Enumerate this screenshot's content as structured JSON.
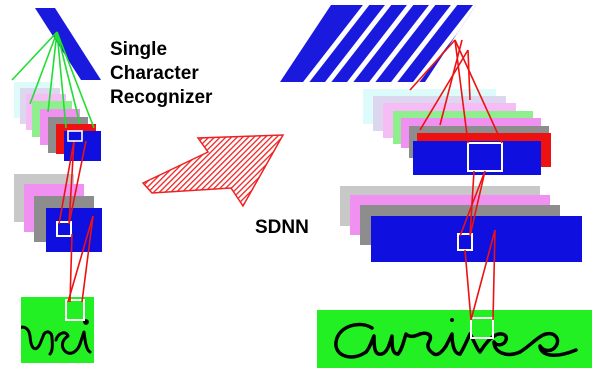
{
  "labels": {
    "single_character_recognizer": [
      "Single",
      "Character",
      "Recognizer"
    ],
    "sdnn": "SDNN"
  },
  "handwriting_word": "Cursive",
  "colors": {
    "output_blue": "#1a1adf",
    "layer_blue": "#0f0fe0",
    "input_green": "#22f022",
    "connection_red": "#ee1111",
    "connection_green": "#22dd33",
    "window_white": "#ffffff",
    "arrow_red": "#ee2222",
    "ink_black": "#000000"
  },
  "icons": [
    "transform-arrow-icon"
  ]
}
